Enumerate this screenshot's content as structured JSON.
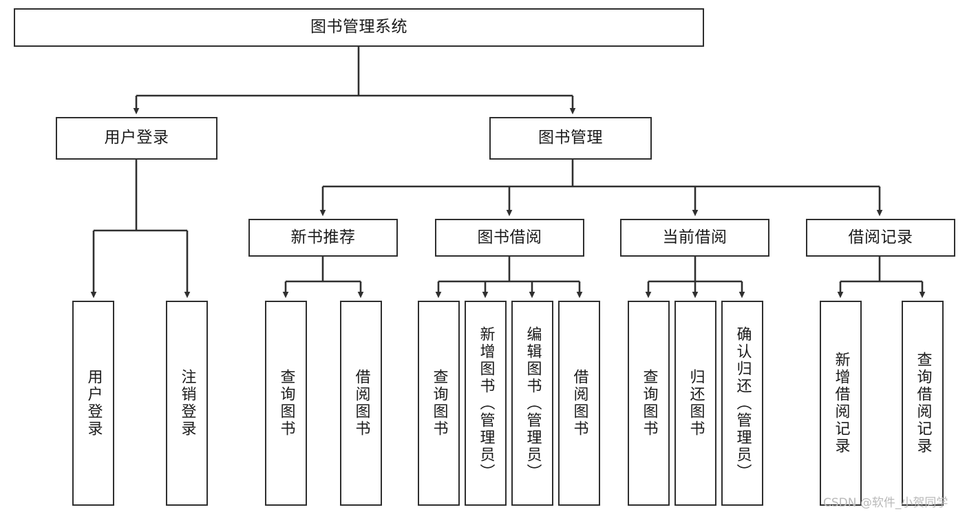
{
  "diagram": {
    "type": "hierarchy-tree",
    "title": "图书管理系统",
    "watermark": "CSDN @软件_小贺同学",
    "colors": {
      "stroke": "#2f2f2f",
      "fill": "#ffffff",
      "text": "#1b1b1b",
      "watermark": "#b9b9b9"
    },
    "nodes": {
      "root": {
        "label": "图书管理系统"
      },
      "level1": [
        {
          "id": "user-login",
          "label": "用户登录"
        },
        {
          "id": "book-management",
          "label": "图书管理"
        }
      ],
      "level2": [
        {
          "id": "new-book-recommend",
          "label": "新书推荐"
        },
        {
          "id": "book-borrow",
          "label": "图书借阅"
        },
        {
          "id": "current-borrow",
          "label": "当前借阅"
        },
        {
          "id": "borrow-record",
          "label": "借阅记录"
        }
      ],
      "leaves": {
        "user_login": [
          {
            "id": "leaf-user-login",
            "label": "用户登录"
          },
          {
            "id": "leaf-logout",
            "label": "注销登录"
          }
        ],
        "new_book_recommend": [
          {
            "id": "leaf-query-book-1",
            "label": "查询图书"
          },
          {
            "id": "leaf-borrow-book-1",
            "label": "借阅图书"
          }
        ],
        "book_borrow": [
          {
            "id": "leaf-query-book-2",
            "label": "查询图书"
          },
          {
            "id": "leaf-add-book",
            "label": "新增图书（管理员）"
          },
          {
            "id": "leaf-edit-book",
            "label": "编辑图书（管理员）"
          },
          {
            "id": "leaf-borrow-book-2",
            "label": "借阅图书"
          }
        ],
        "current_borrow": [
          {
            "id": "leaf-query-book-3",
            "label": "查询图书"
          },
          {
            "id": "leaf-return-book",
            "label": "归还图书"
          },
          {
            "id": "leaf-confirm-return",
            "label": "确认归还（管理员）"
          }
        ],
        "borrow_record": [
          {
            "id": "leaf-add-record",
            "label": "新增借阅记录"
          },
          {
            "id": "leaf-query-record",
            "label": "查询借阅记录"
          }
        ]
      }
    }
  }
}
